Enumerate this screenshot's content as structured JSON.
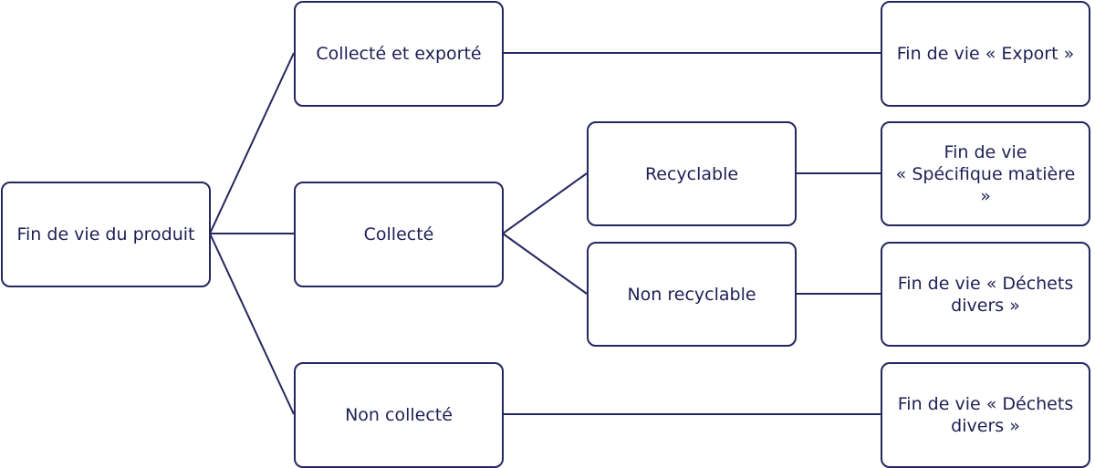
{
  "colors": {
    "stroke": "#262660",
    "text": "#1f1f55",
    "background": "#ffffff"
  },
  "nodes": {
    "root": "Fin de vie du produit",
    "collected_exported": "Collecté et exporté",
    "collected": "Collecté",
    "not_collected": "Non collecté",
    "recyclable": "Recyclable",
    "non_recyclable": "Non recyclable",
    "end_export": "Fin de vie « Export »",
    "end_material": "Fin de vie\n« Spécifique matière »",
    "end_waste_1": "Fin de vie « Déchets divers »",
    "end_waste_2": "Fin de vie « Déchets divers »"
  }
}
